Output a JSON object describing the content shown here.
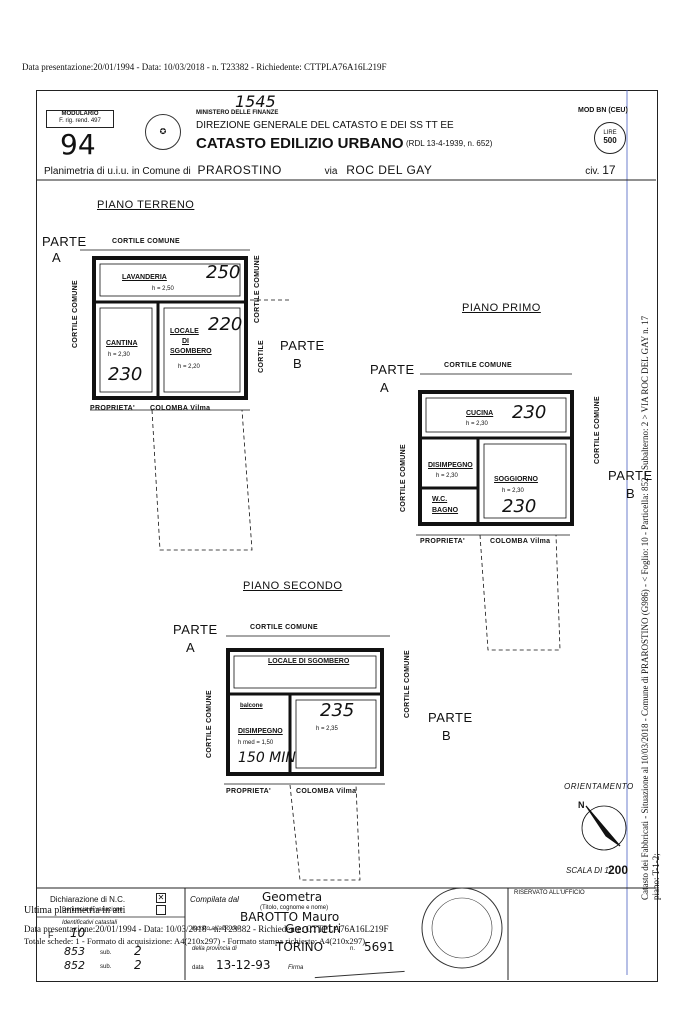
{
  "header": {
    "top_line": "Data presentazione:20/01/1994 - Data: 10/03/2018 - n. T23382 - Richiedente: CTTPLA76A16L219F"
  },
  "form": {
    "modulario_label": "MODULARIO",
    "modulario_sub": "F. rig. rend. 497",
    "ministry": "MINISTERO DELLE FINANZE",
    "direzione": "DIREZIONE GENERALE DEL CATASTO E DEI SS TT EE",
    "catasto": "CATASTO EDILIZIO URBANO",
    "rdl": "(RDL 13-4-1939, n. 652)",
    "handwritten_number": "94",
    "handwritten_top": "1545",
    "mod": "MOD BN (CEU)",
    "lire": "LIRE",
    "lire_value": "500",
    "planimetria": "Planimetria di u.i.u. in Comune di",
    "comune": "PRAROSTINO",
    "via_label": "via",
    "via": "ROC DEL GAY",
    "civ_label": "civ.",
    "civ": "17"
  },
  "floors": {
    "terreno": "PIANO TERRENO",
    "primo": "PIANO PRIMO",
    "secondo": "PIANO SECONDO"
  },
  "labels": {
    "parte_a": "PARTE",
    "a": "A",
    "parte_b": "PARTE",
    "b": "B",
    "cortile_comune": "CORTILE COMUNE",
    "cortile": "CORTILE",
    "comune": "COMUNE",
    "proprieta": "PROPRIETA'",
    "colomba": "COLOMBA Vilma",
    "lavanderia": "LAVANDERIA",
    "h250": "h = 2,50",
    "cantina": "CANTINA",
    "h230": "h = 2,30",
    "locale": "LOCALE",
    "di": "DI",
    "sgombero": "SGOMBERO",
    "h220": "h = 2,20",
    "cucina": "CUCINA",
    "disimpegno": "DISIMPEGNO",
    "wc": "W.C.",
    "bagno": "BAGNO",
    "soggiorno": "SOGGIORNO",
    "locale_di_sgombero": "LOCALE DI SGOMBERO",
    "balcone": "balcone",
    "h235": "h = 2,35",
    "hmed": "h med = 1,50",
    "v250": "250",
    "v220": "220",
    "v230": "230",
    "v235": "235",
    "v150": "150 MIN"
  },
  "orientamento": "ORIENTAMENTO",
  "north": "N",
  "scala": "SCALA DI 1:",
  "scala_value": "200",
  "footer": {
    "dich_nc": "Dichiarazione di N.C.",
    "denuncia": "Denuncia di variazione",
    "ultima": "Ultima planimetria in atti",
    "identificativi": "Identificativi catastali",
    "fo_label": "F",
    "fo_value": "10",
    "n1": "853",
    "n2": "852",
    "sub_label": "sub.",
    "sub1": "2",
    "sub2": "2",
    "compilata": "Compilata dal",
    "geometra": "Geometra",
    "titolo": "(Titolo, cognome e nome)",
    "nome": "BAROTTO Mauro",
    "iscritto": "Iscritto all'albo dei",
    "albo": "Geometri",
    "provincia": "della provincia di",
    "prov_value": "TORINO",
    "n_label": "n.",
    "n_value": "5691",
    "data_label": "data",
    "data_value": "13-12-93",
    "firma": "Firma",
    "riservato": "RISERVATO ALL'UFFICIO",
    "overlay1": "Data presentazione:20/01/1994 - Data: 10/03/2018 - n. T23382 - Richiedente: CTTPLA76A16L219F",
    "overlay2": "Totale schede: 1 - Formato di acquisizione: A4(210x297) - Formato stampa richiesto: A4(210x297)"
  },
  "side_text": "Catasto dei Fabbricati - Situazione al 10/03/2018 - Comune di PRAROSTINO (G986) - < Foglio: 10 - Particella: 852 - Subalterno: 2 > VIA ROC DEL GAY n. 17 piano: T-1-2;"
}
